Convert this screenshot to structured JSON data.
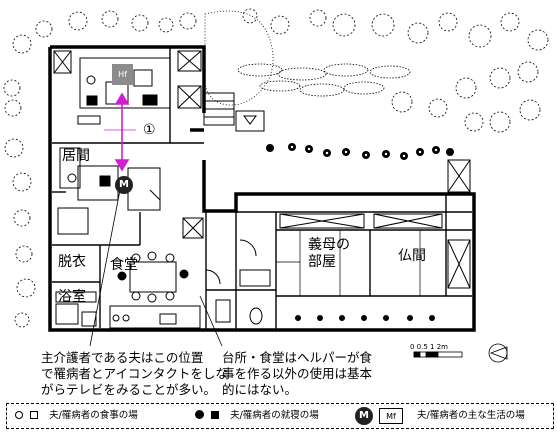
{
  "rooms": {
    "living": "居間",
    "dressing": "脱衣",
    "dining": "食堂",
    "bath": "浴室",
    "mother_in_law_room_line1": "義母の",
    "mother_in_law_room_line2": "部屋",
    "buddhist_room": "仏間"
  },
  "markers": {
    "husband_main_bed": "Hf",
    "patient_marker": "M",
    "step_number": "①"
  },
  "notes": {
    "left": [
      "主介護者である夫はこの位置",
      "で罹病者とアイコンタクトをしな",
      "がらテレビをみることが多い。"
    ],
    "right": [
      "台所・食堂はヘルパーが食",
      "事を作る以外の使用は基本",
      "的にはない。"
    ]
  },
  "scale": {
    "labels": "0 0.5 1     2m"
  },
  "legend": {
    "meal_place": "夫/罹病者の食事の場",
    "sleep_place": "夫/罹病者の就寝の場",
    "m_badge": "M",
    "mf_box": "Mf",
    "main_life_place": "夫/罹病者の主な生活の場"
  },
  "colors": {
    "arrow": "#d01fd0",
    "walls": "#000000",
    "hf_fill": "#8c8c8c"
  }
}
